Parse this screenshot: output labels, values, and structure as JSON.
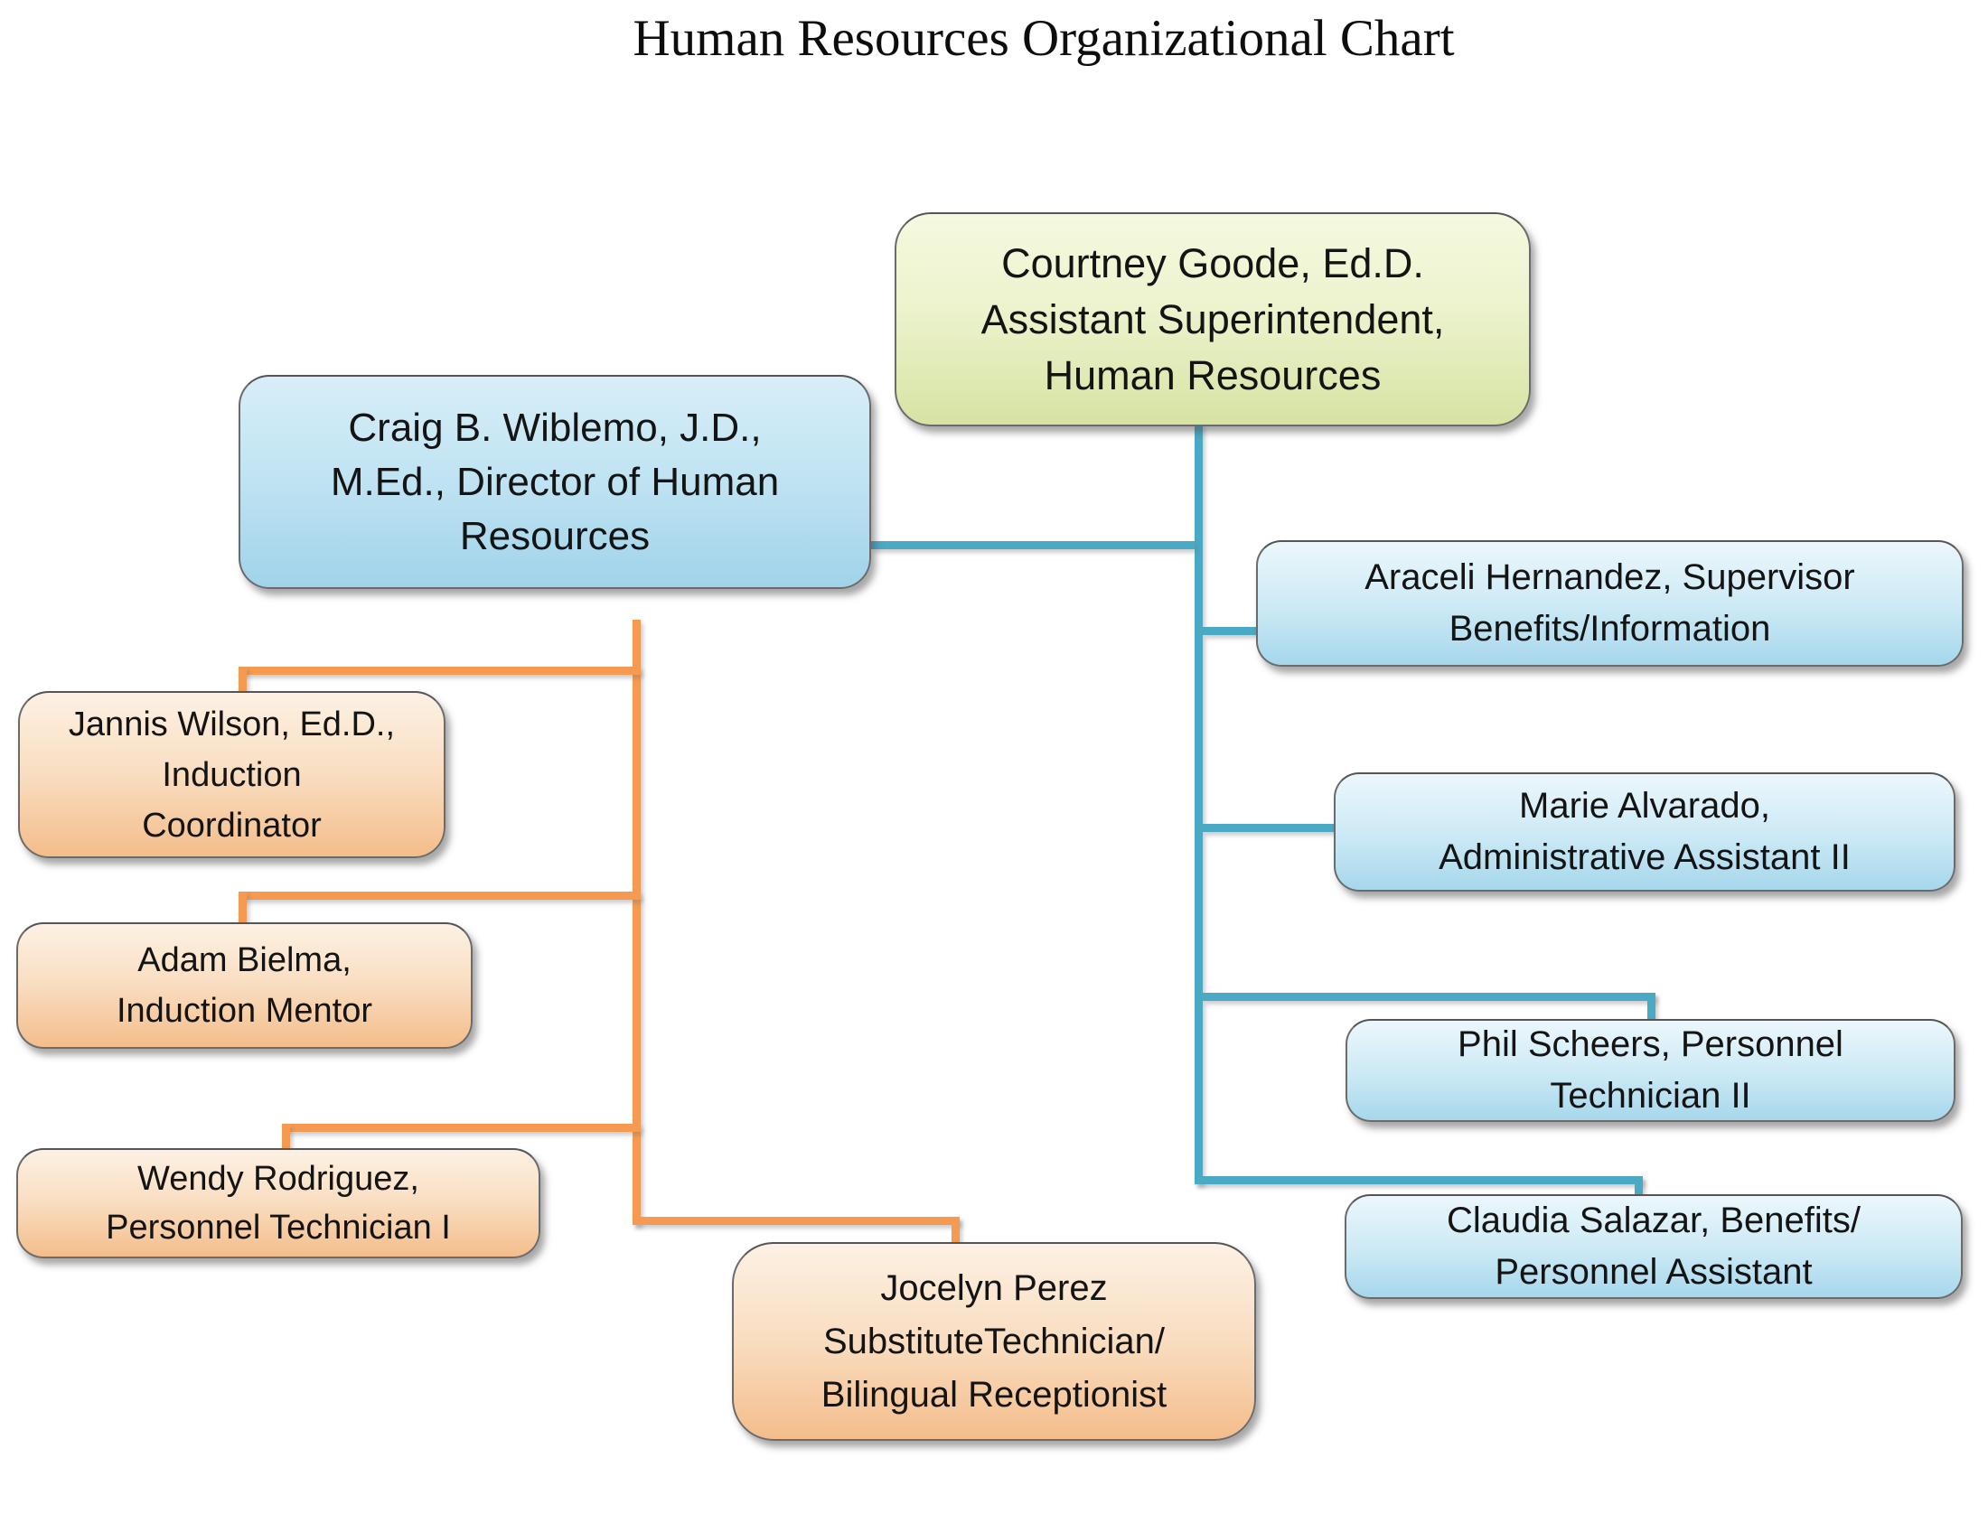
{
  "title": "Human Resources Organizational Chart",
  "org_chart": {
    "connector_colors": {
      "courtney_branch": "#4aa9c4",
      "craig_branch": "#f59a50"
    },
    "node_fill_colors": {
      "green_top": "#f5f9e0",
      "green_bottom": "#d7e3a4",
      "blue_top": "#ecf7fc",
      "blue_bottom": "#a6d7ec",
      "orange_top": "#fdf1e4",
      "orange_bottom": "#f4bd8b"
    },
    "nodes": {
      "courtney": {
        "label": "Courtney Goode, Ed.D.\nAssistant Superintendent,\nHuman Resources",
        "fill": "green",
        "reports_to": null
      },
      "craig": {
        "label": "Craig B. Wiblemo, J.D.,\nM.Ed., Director of Human\nResources",
        "fill": "blue-deep",
        "reports_to": "courtney"
      },
      "jannis": {
        "label": "Jannis Wilson, Ed.D.,\nInduction\nCoordinator",
        "fill": "orange",
        "reports_to": "craig"
      },
      "adam": {
        "label": "Adam Bielma,\nInduction Mentor",
        "fill": "orange",
        "reports_to": "craig"
      },
      "wendy": {
        "label": "Wendy Rodriguez,\nPersonnel Technician I",
        "fill": "orange",
        "reports_to": "craig"
      },
      "jocelyn": {
        "label": "Jocelyn Perez\nSubstituteTechnician/\nBilingual Receptionist",
        "fill": "orange",
        "reports_to": "craig"
      },
      "araceli": {
        "label": "Araceli Hernandez, Supervisor\nBenefits/Information",
        "fill": "blue",
        "reports_to": "courtney"
      },
      "marie": {
        "label": "Marie Alvarado,\nAdministrative Assistant II",
        "fill": "blue",
        "reports_to": "courtney"
      },
      "phil": {
        "label": "Phil Scheers, Personnel\nTechnician II",
        "fill": "blue",
        "reports_to": "courtney"
      },
      "claudia": {
        "label": "Claudia Salazar, Benefits/\nPersonnel Assistant",
        "fill": "blue",
        "reports_to": "courtney"
      }
    }
  }
}
